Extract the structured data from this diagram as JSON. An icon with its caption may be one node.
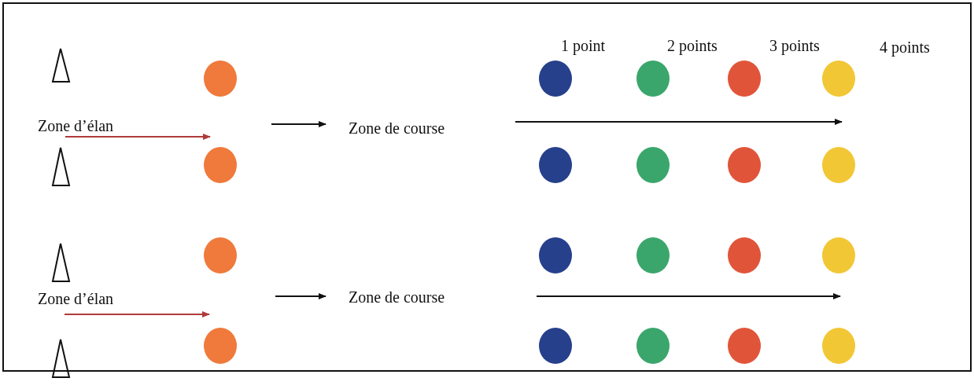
{
  "diagram": {
    "labels": [
      "1 point",
      "2 points",
      "3 points",
      "4 points",
      "Zone d’élan",
      "Zone de course",
      "Zone d’élan",
      "Zone de course"
    ]
  }
}
